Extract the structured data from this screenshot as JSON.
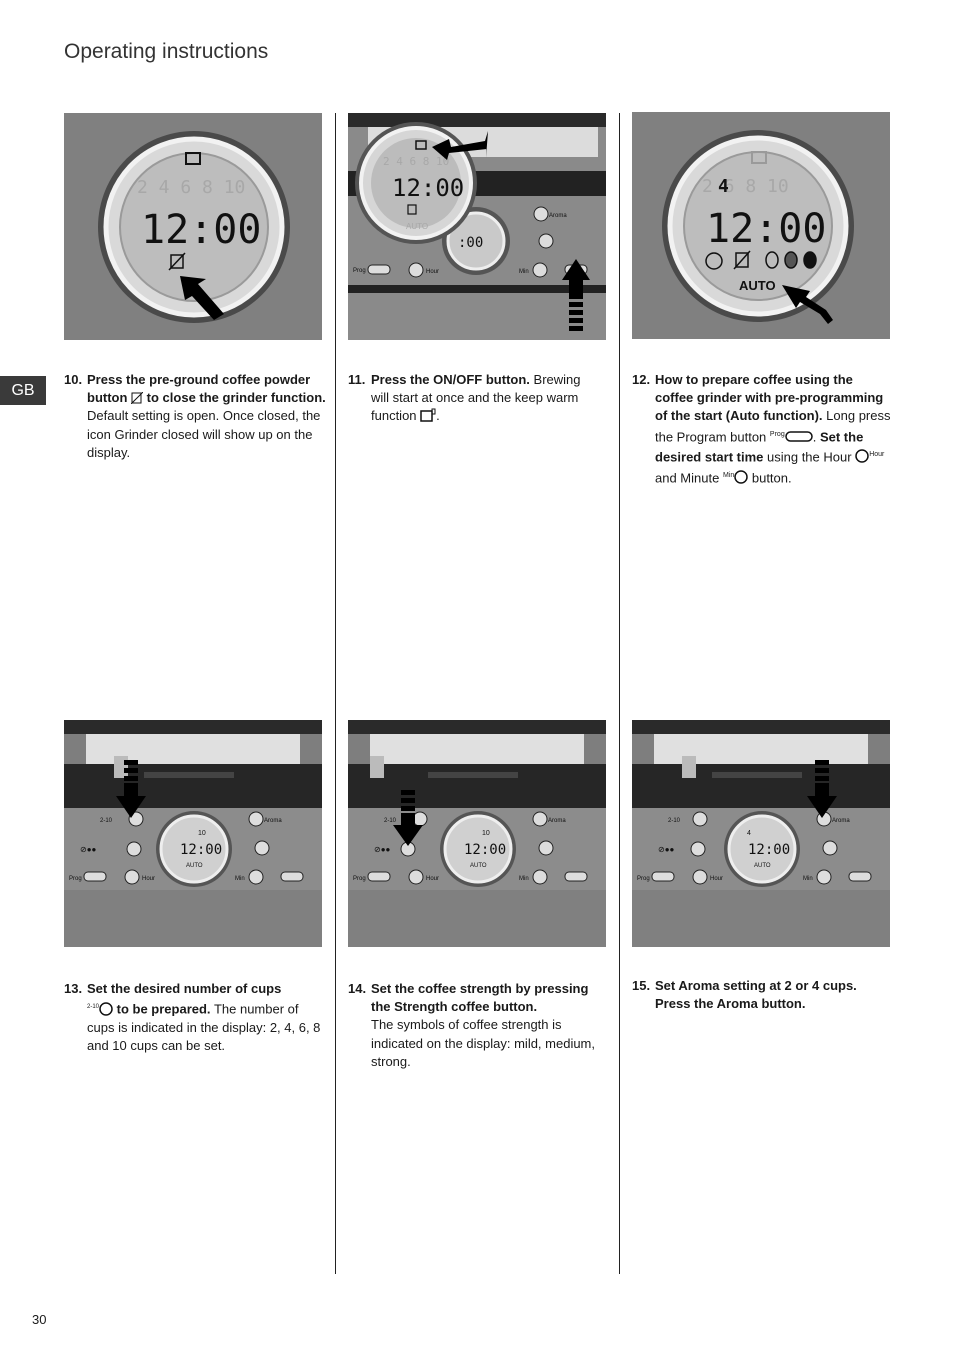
{
  "header": {
    "title": "Operating instructions",
    "language_tab": "GB"
  },
  "page_number": "30",
  "display": {
    "time": "12:00",
    "cups_scale": [
      "2",
      "4",
      "6",
      "8",
      "10"
    ],
    "selected_cups_step12": "4",
    "selected_cups_step13": "10",
    "auto_label": "AUTO"
  },
  "panel_labels": {
    "aroma": "Aroma",
    "prog": "Prog",
    "hour": "Hour",
    "min": "Min",
    "cups": "2-10"
  },
  "steps": [
    {
      "num": "10.",
      "bold1": "Press the pre-ground coffee powder button",
      "bold2": "to close the grinder function.",
      "rest": "Default setting is open. Once closed, the icon Grinder closed will show up on the display."
    },
    {
      "num": "11.",
      "bold1": "Press the ON/OFF button.",
      "rest": "Brewing will start at once and the keep warm function"
    },
    {
      "num": "12.",
      "bold1": "How to prepare coffee using the coffee grinder with pre-programming of the start (Auto function).",
      "t1": "Long press the Program button",
      "bold2": "Set the desired start time",
      "t2": "using the Hour",
      "t3": "and Minute",
      "t4": "button."
    },
    {
      "num": "13.",
      "bold1": "Set the desired number of cups",
      "bold2": "to be prepared.",
      "rest": "The number of cups is indicated in the display: 2, 4, 6, 8 and 10 cups can be set."
    },
    {
      "num": "14.",
      "bold1": "Set the coffee strength by pressing the Strength coffee button.",
      "rest": "The symbols of coffee strength is indicated on the display: mild, medium, strong."
    },
    {
      "num": "15.",
      "bold1": "Set Aroma setting at 2 or 4 cups. Press the Aroma button."
    }
  ]
}
